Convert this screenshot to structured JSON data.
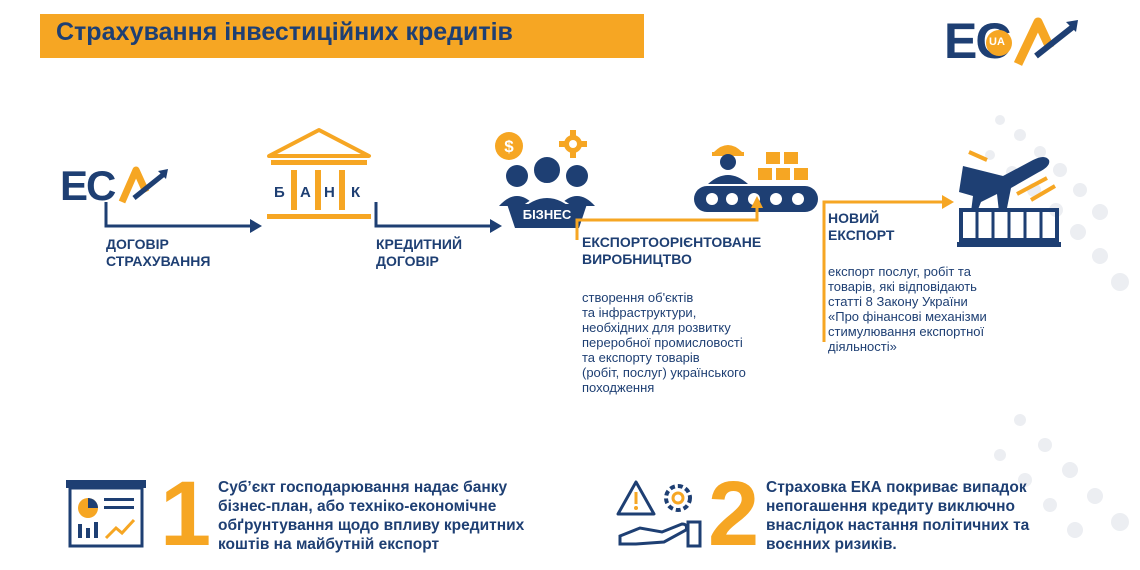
{
  "header": {
    "title": "Страхування інвестиційних кредитів",
    "logo_text": "ЕС",
    "logo_badge": "UA"
  },
  "flow": {
    "eca_logo_text": "ЕС",
    "bank_letters": [
      "Б",
      "А",
      "Н",
      "К"
    ],
    "business_label": "БІЗНЕС",
    "steps": [
      {
        "label": "ДОГОВІР\nСТРАХУВАННЯ"
      },
      {
        "label": "КРЕДИТНИЙ\nДОГОВІР"
      },
      {
        "label": "ЕКСПОРТООРІЄНТОВАНЕ\nВИРОБНИЦТВО",
        "description": "створення об'єктів\nта інфраструктури,\nнеобхідних для розвитку\nпереробної промисловості\nта експорту товарів\n(робіт, послуг) українського\nпоходження"
      },
      {
        "label": "НОВИЙ\nЕКСПОРТ",
        "description": "експорт послуг, робіт та\nтоварів, які відповідають\nстатті 8 Закону України\n«Про фінансові механізми\nстимулювання експортної\nдіяльності»"
      }
    ]
  },
  "notes": [
    {
      "number": "1",
      "text": "Суб’єкт господарювання надає банку\nбізнес-план, або техніко-економічне\nобґрунтування щодо впливу кредитних\nкоштів на майбутній експорт"
    },
    {
      "number": "2",
      "text": "Страховка ЕКА покриває випадок\nнепогашення кредиту виключно\nвнаслідок настання політичних та\nвоєнних ризиків."
    }
  ],
  "colors": {
    "navy": "#1e3f73",
    "orange": "#f6a623",
    "light_gray": "#eef0f4"
  }
}
